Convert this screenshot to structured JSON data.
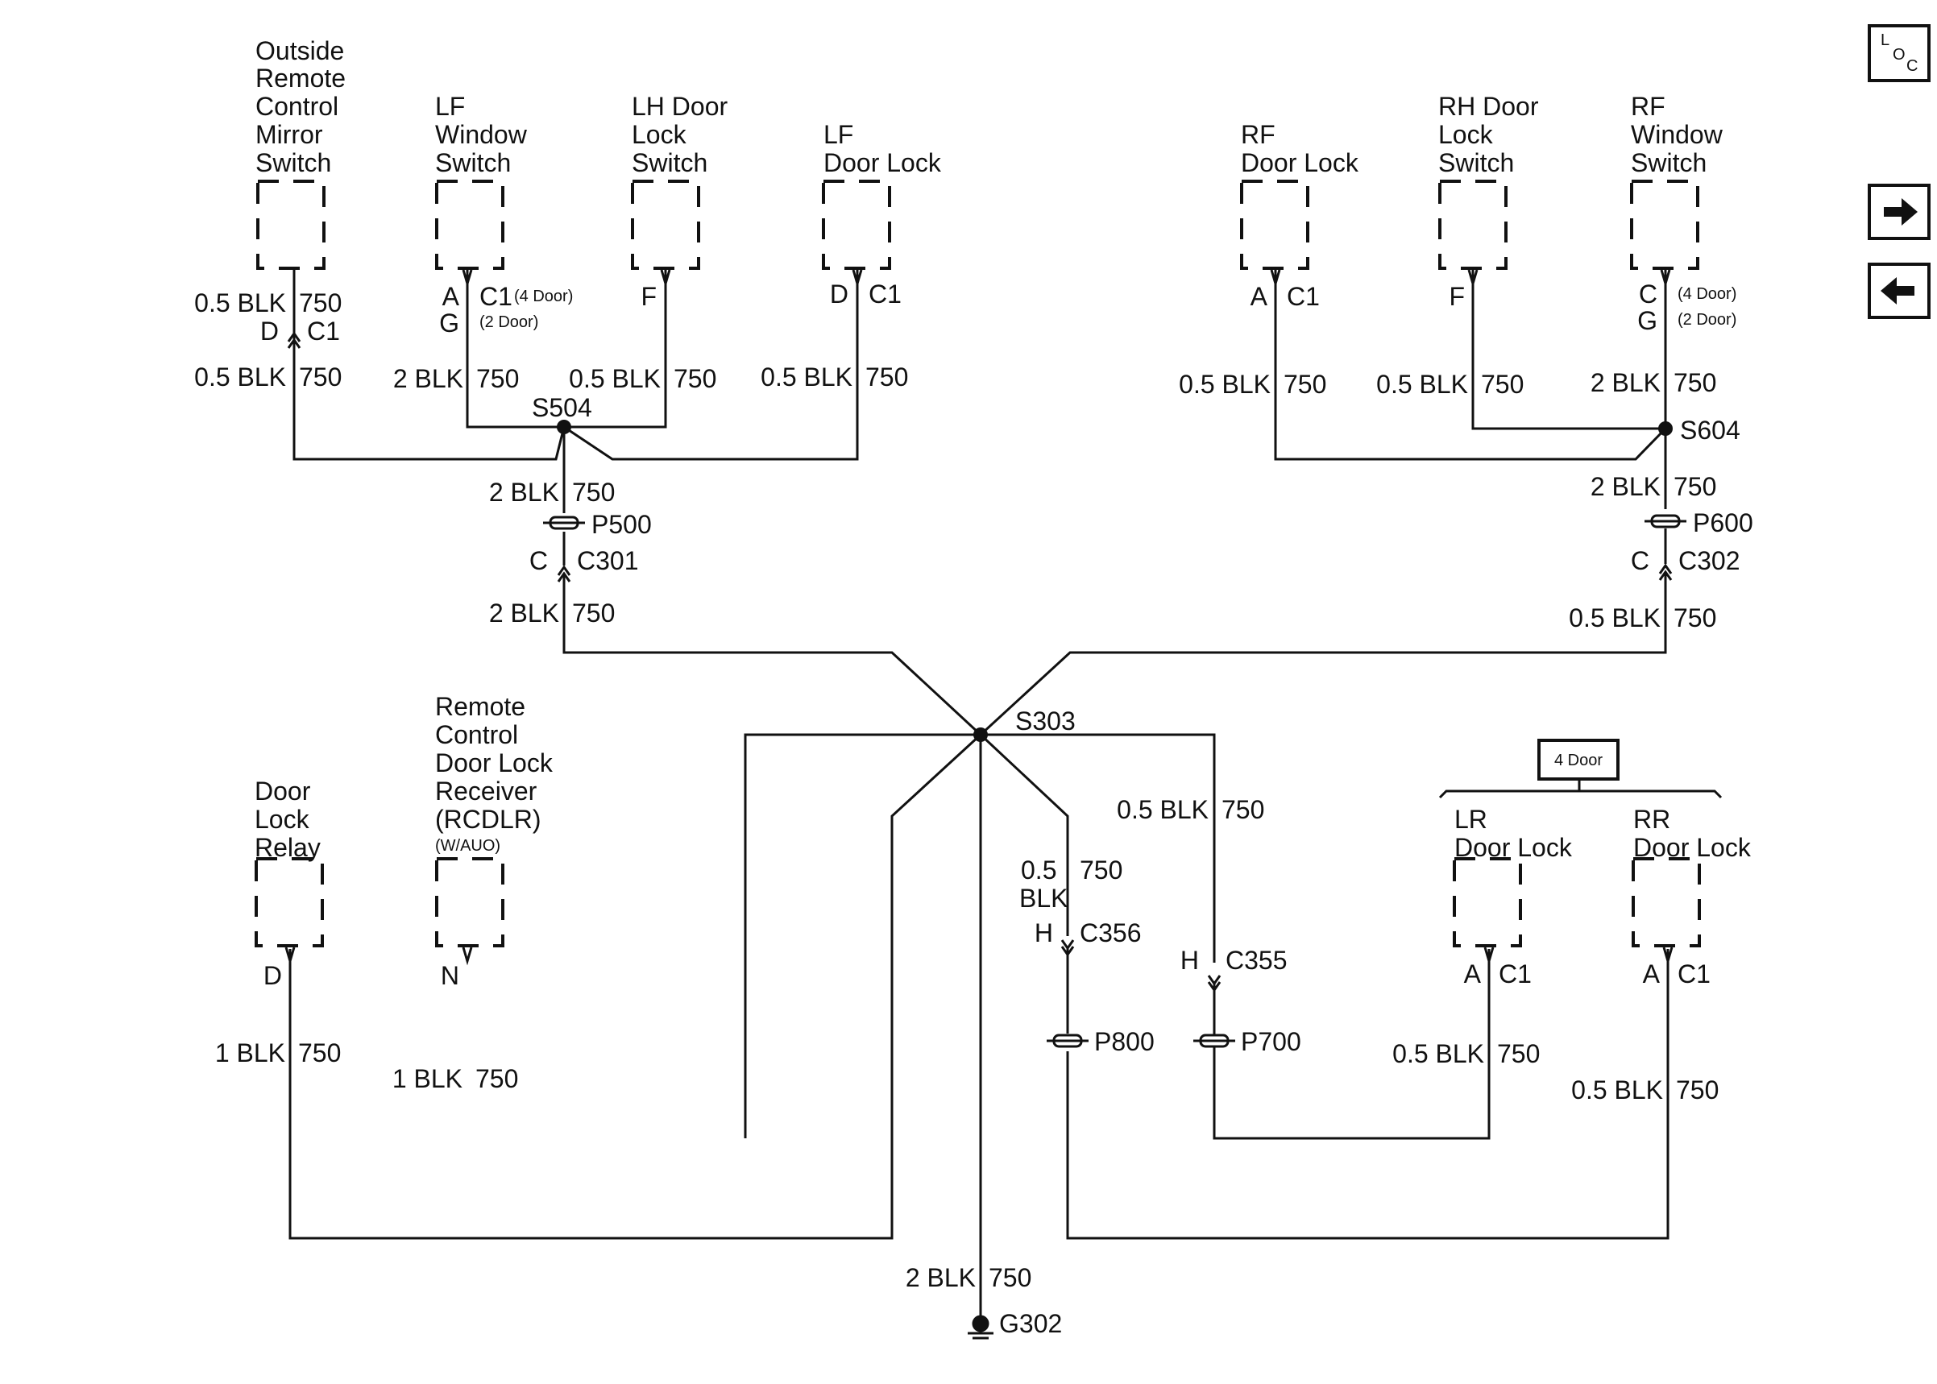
{
  "components": {
    "mirror_switch": [
      "Outside",
      "Remote",
      "Control",
      "Mirror",
      "Switch"
    ],
    "lf_window_switch": [
      "LF",
      "Window",
      "Switch"
    ],
    "lh_door_lock_switch": [
      "LH Door",
      "Lock",
      "Switch"
    ],
    "lf_door_lock": [
      "LF",
      "Door Lock"
    ],
    "rf_door_lock": [
      "RF",
      "Door Lock"
    ],
    "rh_door_lock_switch": [
      "RH Door",
      "Lock",
      "Switch"
    ],
    "rf_window_switch": [
      "RF",
      "Window",
      "Switch"
    ],
    "door_lock_relay": [
      "Door",
      "Lock",
      "Relay"
    ],
    "rcdlr": [
      "Remote",
      "Control",
      "Door Lock",
      "Receiver",
      "(RCDLR)"
    ],
    "rcdlr_note": "(W/AUO)",
    "lr_door_lock": [
      "LR",
      "Door Lock"
    ],
    "rr_door_lock": [
      "RR",
      "Door Lock"
    ]
  },
  "option_box": "4 Door",
  "pins": {
    "mirror": "D",
    "mirror_conn": "C1",
    "lf_window_a": "A",
    "lf_window_g": "G",
    "lf_window_conn": "C1",
    "lf_window_4door": "(4 Door)",
    "lf_window_2door": "(2 Door)",
    "lh_lock_switch": "F",
    "lf_door_lock": "D",
    "lf_door_lock_conn": "C1",
    "rf_door_lock": "A",
    "rf_door_lock_conn": "C1",
    "rh_lock_switch": "F",
    "rf_window_c": "C",
    "rf_window_g": "G",
    "rf_window_4door": "(4 Door)",
    "rf_window_2door": "(2 Door)",
    "relay": "D",
    "rcdlr": "N",
    "lr_lock": "A",
    "lr_lock_conn": "C1",
    "rr_lock": "A",
    "rr_lock_conn": "C1",
    "c301_pin": "C",
    "c301": "C301",
    "c302_pin": "C",
    "c302": "C302",
    "c356_pin": "H",
    "c356": "C356",
    "c355_pin": "H",
    "c355": "C355"
  },
  "splices": {
    "s504": "S504",
    "s604": "S604",
    "s303": "S303"
  },
  "passthroughs": {
    "p500": "P500",
    "p600": "P600",
    "p800": "P800",
    "p700": "P700"
  },
  "ground": "G302",
  "wires": {
    "mirror_upper": {
      "gauge": "0.5 BLK",
      "circuit": "750"
    },
    "mirror_lower": {
      "gauge": "0.5 BLK",
      "circuit": "750"
    },
    "lf_window": {
      "gauge": "2 BLK",
      "circuit": "750"
    },
    "lh_lock_switch": {
      "gauge": "0.5 BLK",
      "circuit": "750"
    },
    "lf_door_lock": {
      "gauge": "0.5 BLK",
      "circuit": "750"
    },
    "s504_down": {
      "gauge": "2 BLK",
      "circuit": "750"
    },
    "c301_down": {
      "gauge": "2 BLK",
      "circuit": "750"
    },
    "rf_door_lock": {
      "gauge": "0.5 BLK",
      "circuit": "750"
    },
    "rh_lock_switch": {
      "gauge": "0.5 BLK",
      "circuit": "750"
    },
    "rf_window": {
      "gauge": "2 BLK",
      "circuit": "750"
    },
    "s604_down": {
      "gauge": "2 BLK",
      "circuit": "750"
    },
    "c302_down": {
      "gauge": "0.5 BLK",
      "circuit": "750"
    },
    "relay": {
      "gauge": "1 BLK",
      "circuit": "750"
    },
    "rcdlr": {
      "gauge": "1 BLK",
      "circuit": "750"
    },
    "c356_gauge_a": "0.5",
    "c356_gauge_b": "BLK",
    "c356_circuit": "750",
    "c355": {
      "gauge": "0.5 BLK",
      "circuit": "750"
    },
    "lr_lock": {
      "gauge": "0.5 BLK",
      "circuit": "750"
    },
    "rr_lock": {
      "gauge": "0.5 BLK",
      "circuit": "750"
    },
    "ground": {
      "gauge": "2 BLK",
      "circuit": "750"
    }
  },
  "nav": {
    "loc_l": "L",
    "loc_o": "O",
    "loc_c": "C",
    "next_icon": "arrow-right-icon",
    "prev_icon": "arrow-left-icon"
  }
}
